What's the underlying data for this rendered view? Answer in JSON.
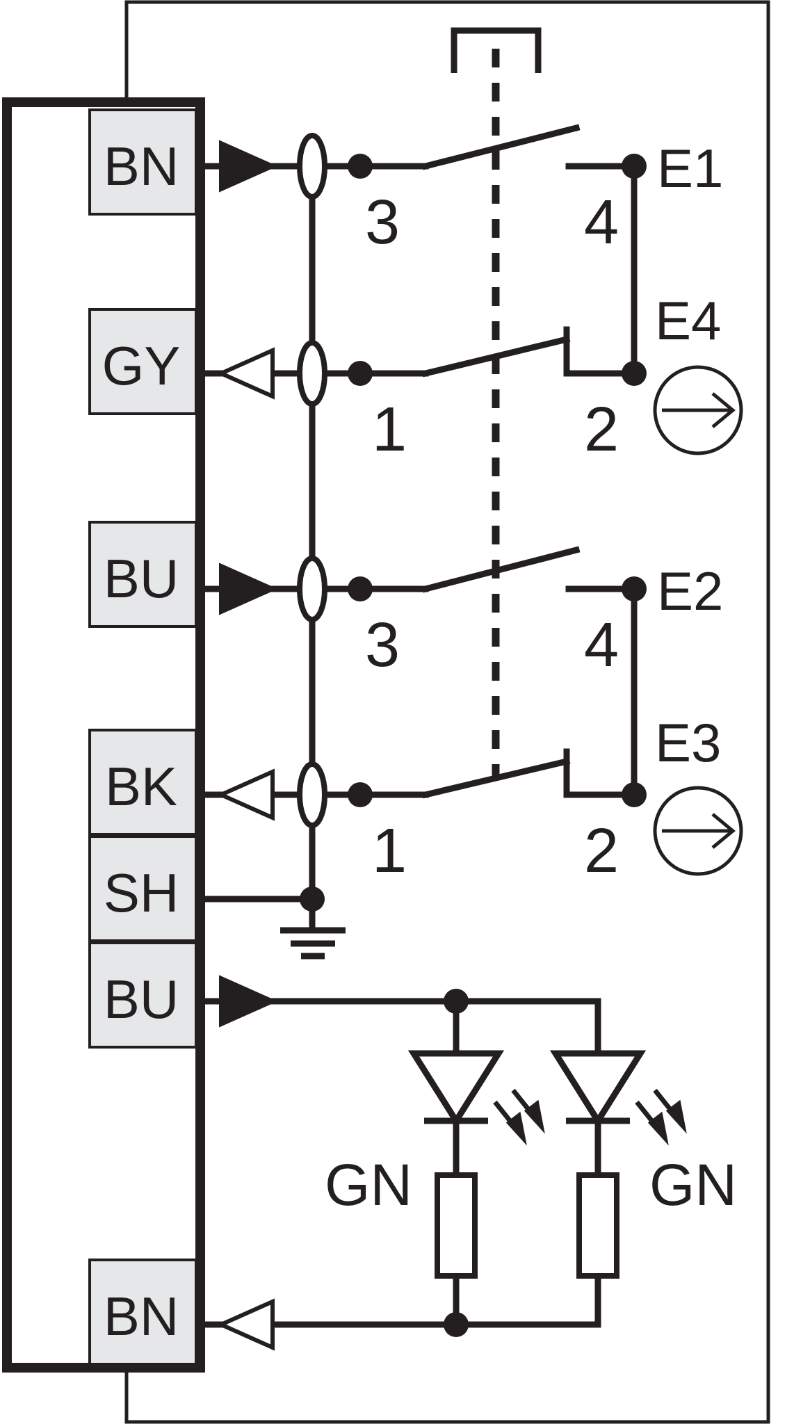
{
  "colors": {
    "ink": "#231f20",
    "connector_fill": "#e6e7e8",
    "background": "#ffffff"
  },
  "connector_pins": [
    "BN",
    "GY",
    "BU",
    "BK",
    "SH",
    "BU",
    "BN"
  ],
  "contacts": {
    "contact_1": {
      "pin_left": "3",
      "pin_right": "4",
      "terminal": "E1"
    },
    "contact_2": {
      "pin_left": "1",
      "pin_right": "2",
      "terminal": "E4"
    },
    "contact_3": {
      "pin_left": "3",
      "pin_right": "4",
      "terminal": "E2"
    },
    "contact_4": {
      "pin_left": "1",
      "pin_right": "2",
      "terminal": "E3"
    }
  },
  "leds": {
    "led_1": "GN",
    "led_2": "GN"
  },
  "icons": [
    "output-arrow-icon",
    "ground-icon",
    "led-icon",
    "resistor-icon"
  ]
}
